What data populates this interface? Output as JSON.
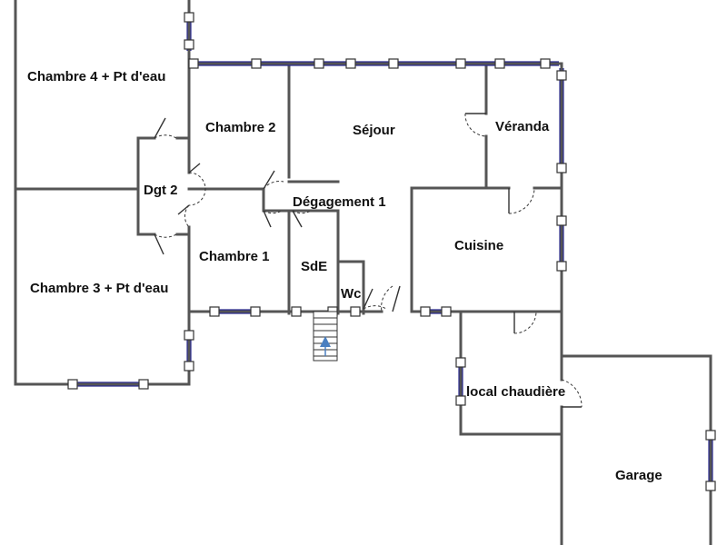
{
  "plan": {
    "rooms": {
      "chambre4": "Chambre 4 + Pt d'eau",
      "chambre3": "Chambre 3 + Pt d'eau",
      "dgt2": "Dgt 2",
      "chambre2": "Chambre 2",
      "chambre1": "Chambre 1",
      "sejour": "Séjour",
      "veranda": "Véranda",
      "degagement1": "Dégagement 1",
      "sde": "SdE",
      "wc": "Wc",
      "cuisine": "Cuisine",
      "local_chaudiere": "local chaudière",
      "garage": "Garage"
    },
    "colors": {
      "wall": "#555555",
      "window": "#2b2b8f",
      "stair_arrow": "#4a7fc0",
      "background": "#ffffff"
    }
  }
}
